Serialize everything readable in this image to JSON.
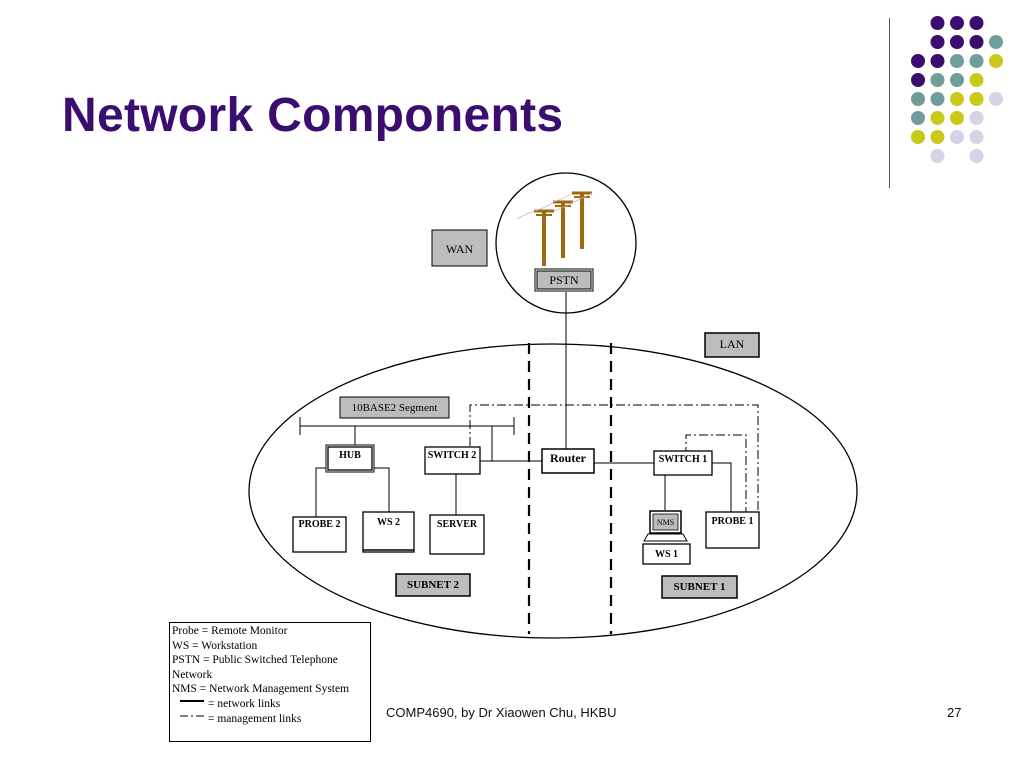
{
  "slide": {
    "title": "Network Components",
    "footer": "COMP4690, by Dr Xiaowen Chu,  HKBU",
    "page_number": "27"
  },
  "theme_colors": {
    "title": "#3b0d6e",
    "dot_purple": "#3b0d6e",
    "dot_teal": "#6f9d9b",
    "dot_yellow": "#c9c91a",
    "dot_lavender": "#d5d3e6",
    "box_gray": "#bdbdbd",
    "pole_brown": "#a0690f"
  },
  "diagram": {
    "wan_label": "WAN",
    "lan_label": "LAN",
    "pstn_label": "PSTN",
    "segment_label": "10BASE2 Segment",
    "router_label": "Router",
    "hub_label": "HUB",
    "switch2_label": "SWITCH 2",
    "switch1_label": "SWITCH 1",
    "probe2_label": "PROBE 2",
    "ws2_label": "WS 2",
    "server_label": "SERVER",
    "nms_label": "NMS",
    "ws1_label": "WS 1",
    "probe1_label": "PROBE 1",
    "subnet2_label": "SUBNET 2",
    "subnet1_label": "SUBNET 1"
  },
  "legend": {
    "line1": "Probe = Remote Monitor",
    "line2": "WS = Workstation",
    "line3": "PSTN = Public Switched Telephone",
    "line4": "Network",
    "line5": "NMS = Network Management System",
    "network_links": "=  network links",
    "management_links": "=  management links"
  }
}
